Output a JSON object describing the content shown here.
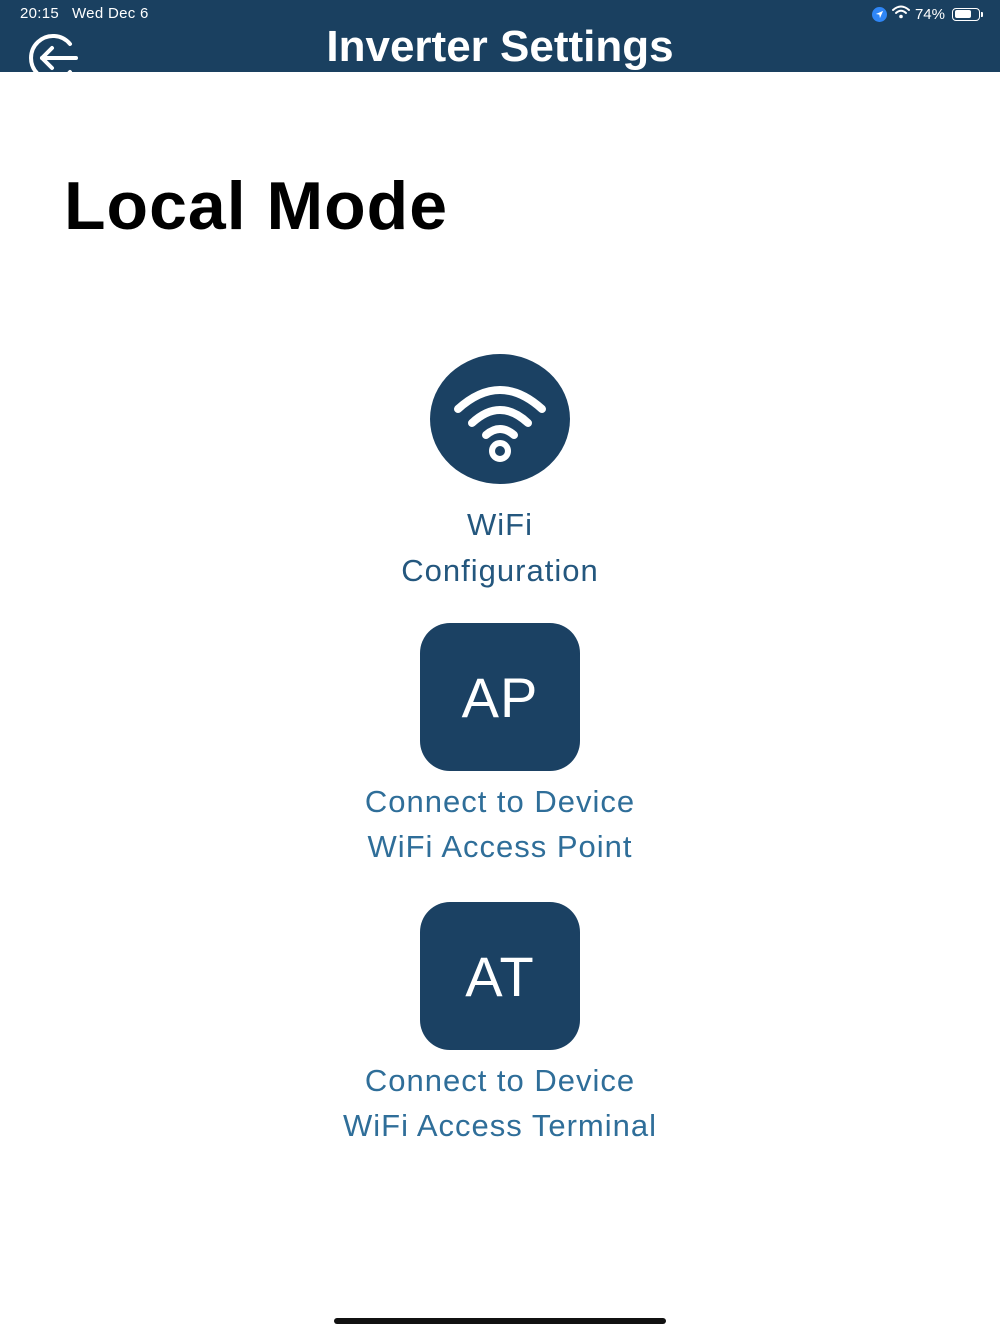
{
  "status_bar": {
    "time": "20:15",
    "date": "Wed Dec 6",
    "battery": "74%",
    "battery_level": 0.74,
    "icons": [
      "location-icon",
      "wifi-signal-icon",
      "battery-icon"
    ]
  },
  "header": {
    "title": "Inverter Settings",
    "back_icon": "back-arrow-icon"
  },
  "main": {
    "title": "Local Mode",
    "options": [
      {
        "icon": "wifi-icon",
        "line1": "WiFi",
        "line2": "Configuration"
      },
      {
        "tile_label": "AP",
        "line1": "Connect to Device",
        "line2": "WiFi Access Point"
      },
      {
        "tile_label": "AT",
        "line1": "Connect to Device",
        "line2": "WiFi Access Terminal"
      }
    ]
  },
  "colors": {
    "header_bg": "#1a4060",
    "tile_bg": "#1b4163",
    "label_text": "#2f6e99"
  }
}
